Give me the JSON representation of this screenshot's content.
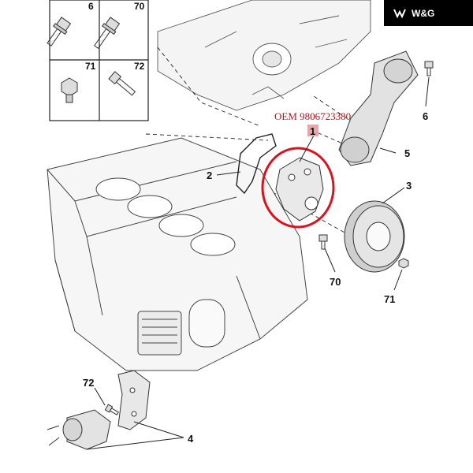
{
  "brand": {
    "name": "W&G",
    "bg": "#000000",
    "fg": "#ffffff"
  },
  "oem": {
    "text": "OEM 9806723380",
    "color": "#c0101a"
  },
  "highlight_color": "#d9141f",
  "parts_grid": [
    {
      "label": "6",
      "icon": "flange-bolt-icon"
    },
    {
      "label": "70",
      "icon": "flange-bolt-icon"
    },
    {
      "label": "71",
      "icon": "hex-nut-icon"
    },
    {
      "label": "72",
      "icon": "hex-bolt-icon"
    }
  ],
  "callouts": {
    "c1": "1",
    "c2": "2",
    "c3": "3",
    "c4": "4",
    "c5": "5",
    "c6": "6",
    "c70": "70",
    "c71": "71",
    "c72": "72"
  }
}
